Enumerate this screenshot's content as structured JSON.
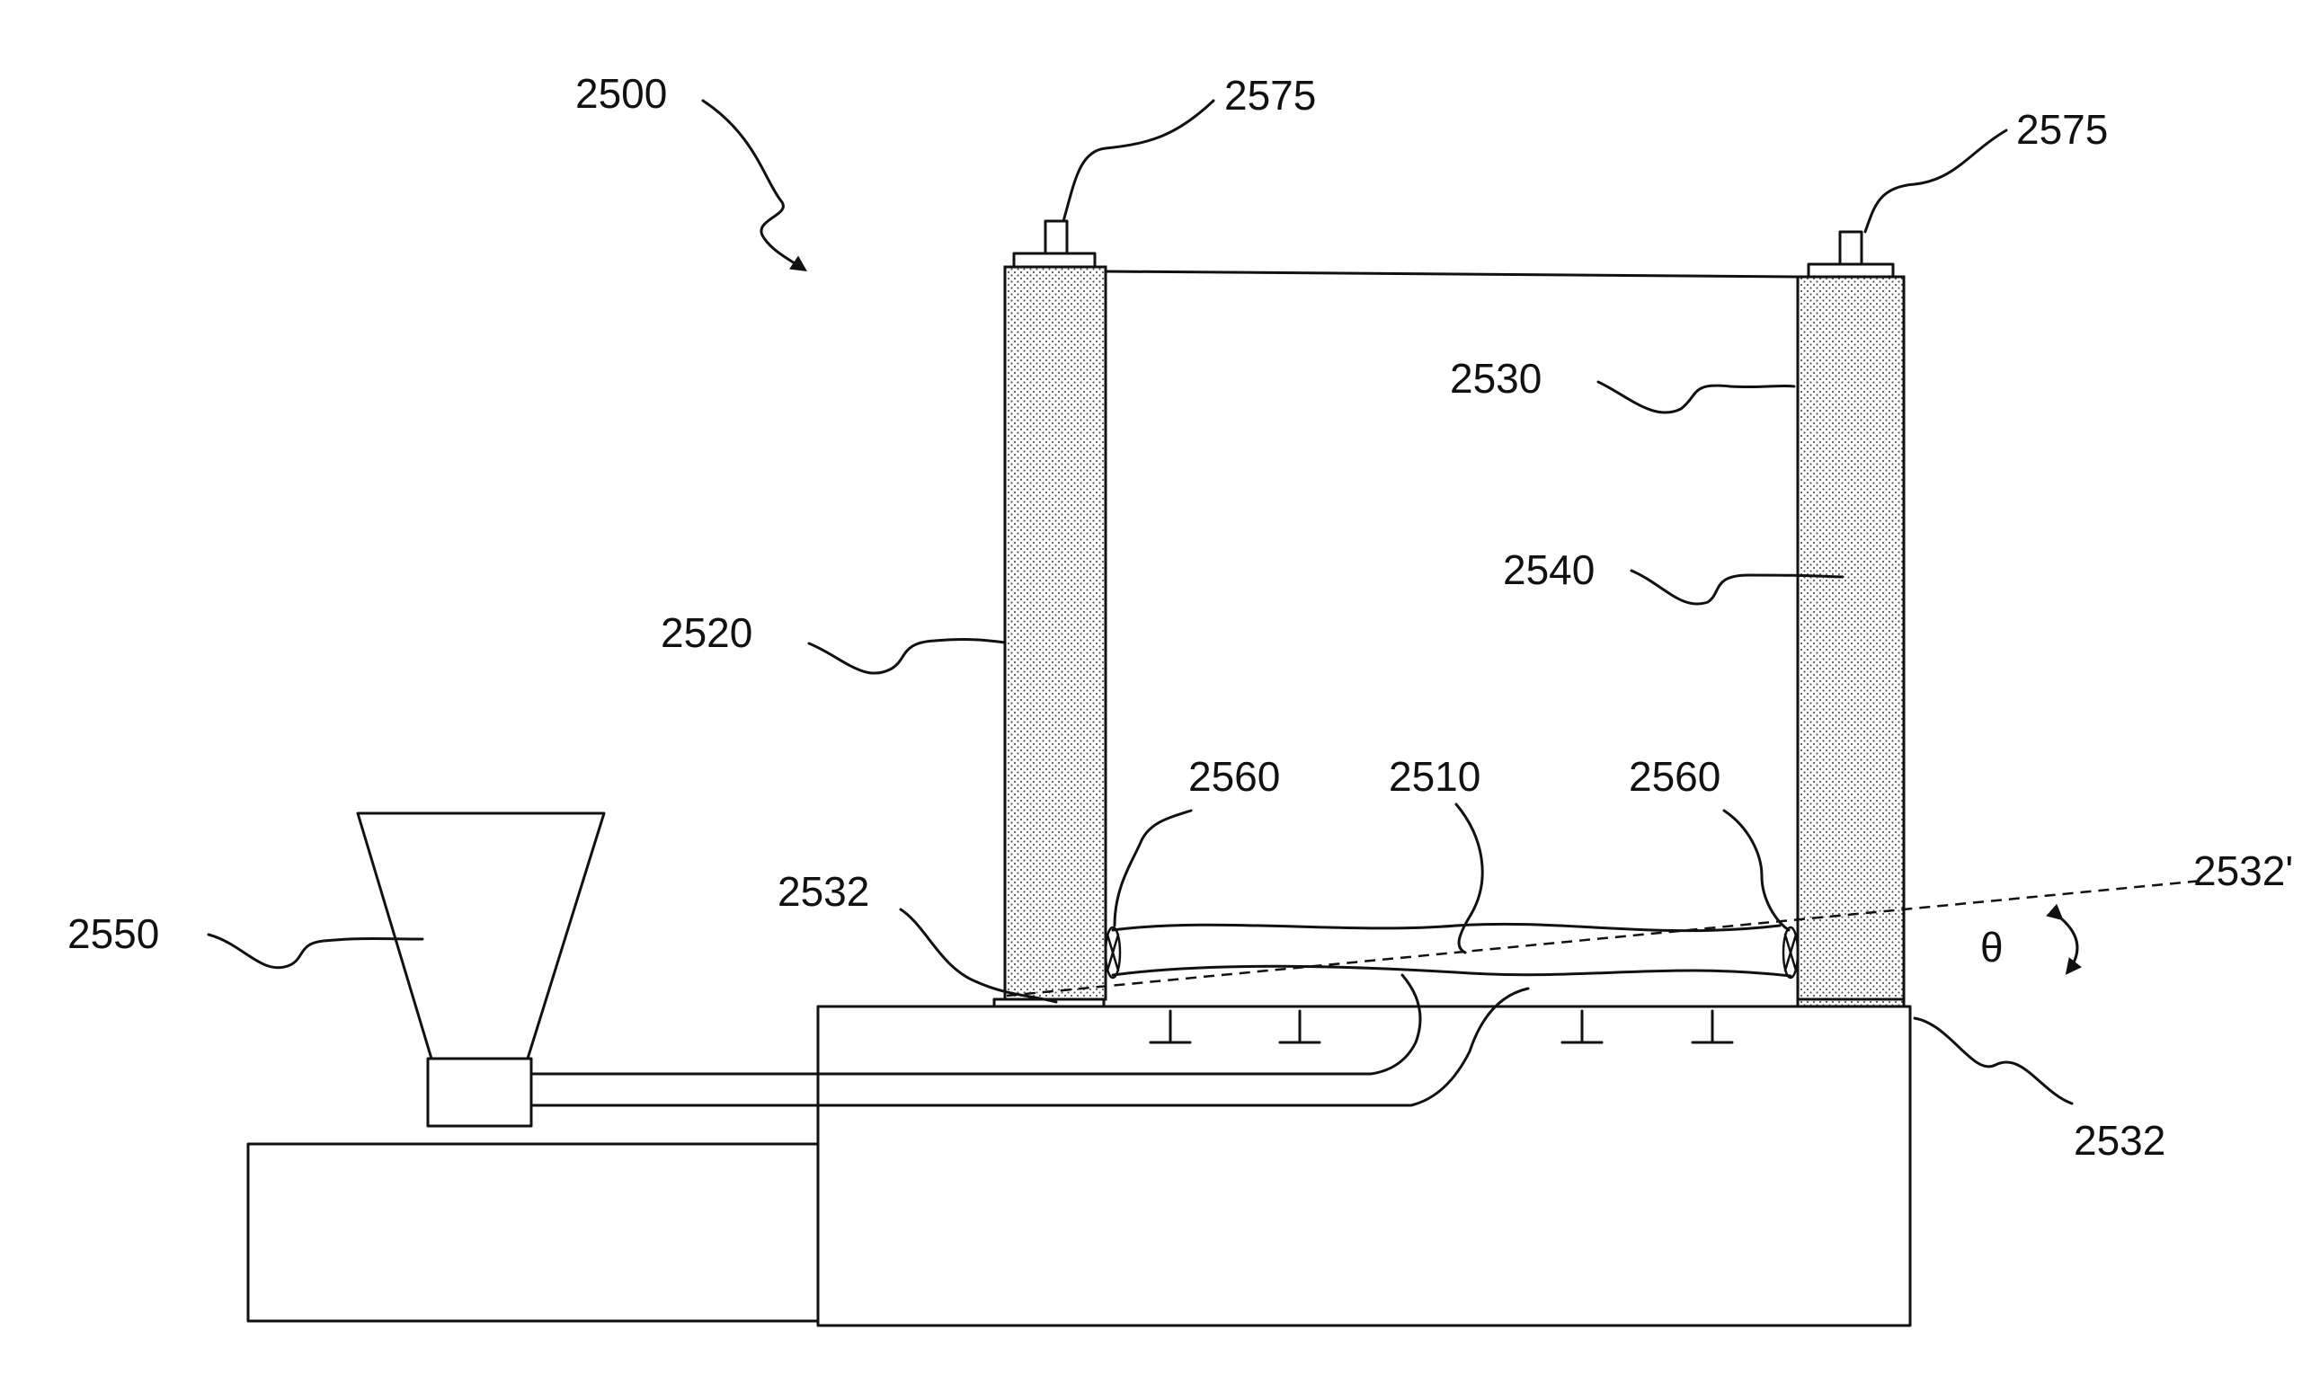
{
  "labels": {
    "ref_2500": "2500",
    "ref_2575_left": "2575",
    "ref_2575_right": "2575",
    "ref_2530": "2530",
    "ref_2540": "2540",
    "ref_2520": "2520",
    "ref_2560_left": "2560",
    "ref_2510": "2510",
    "ref_2560_right": "2560",
    "ref_2532_left": "2532",
    "ref_2532_prime": "2532'",
    "ref_2550": "2550",
    "theta": "θ",
    "ref_2532_right": "2532"
  },
  "colors": {
    "line": "#111111",
    "background": "#ffffff",
    "stipple": "#555555"
  }
}
